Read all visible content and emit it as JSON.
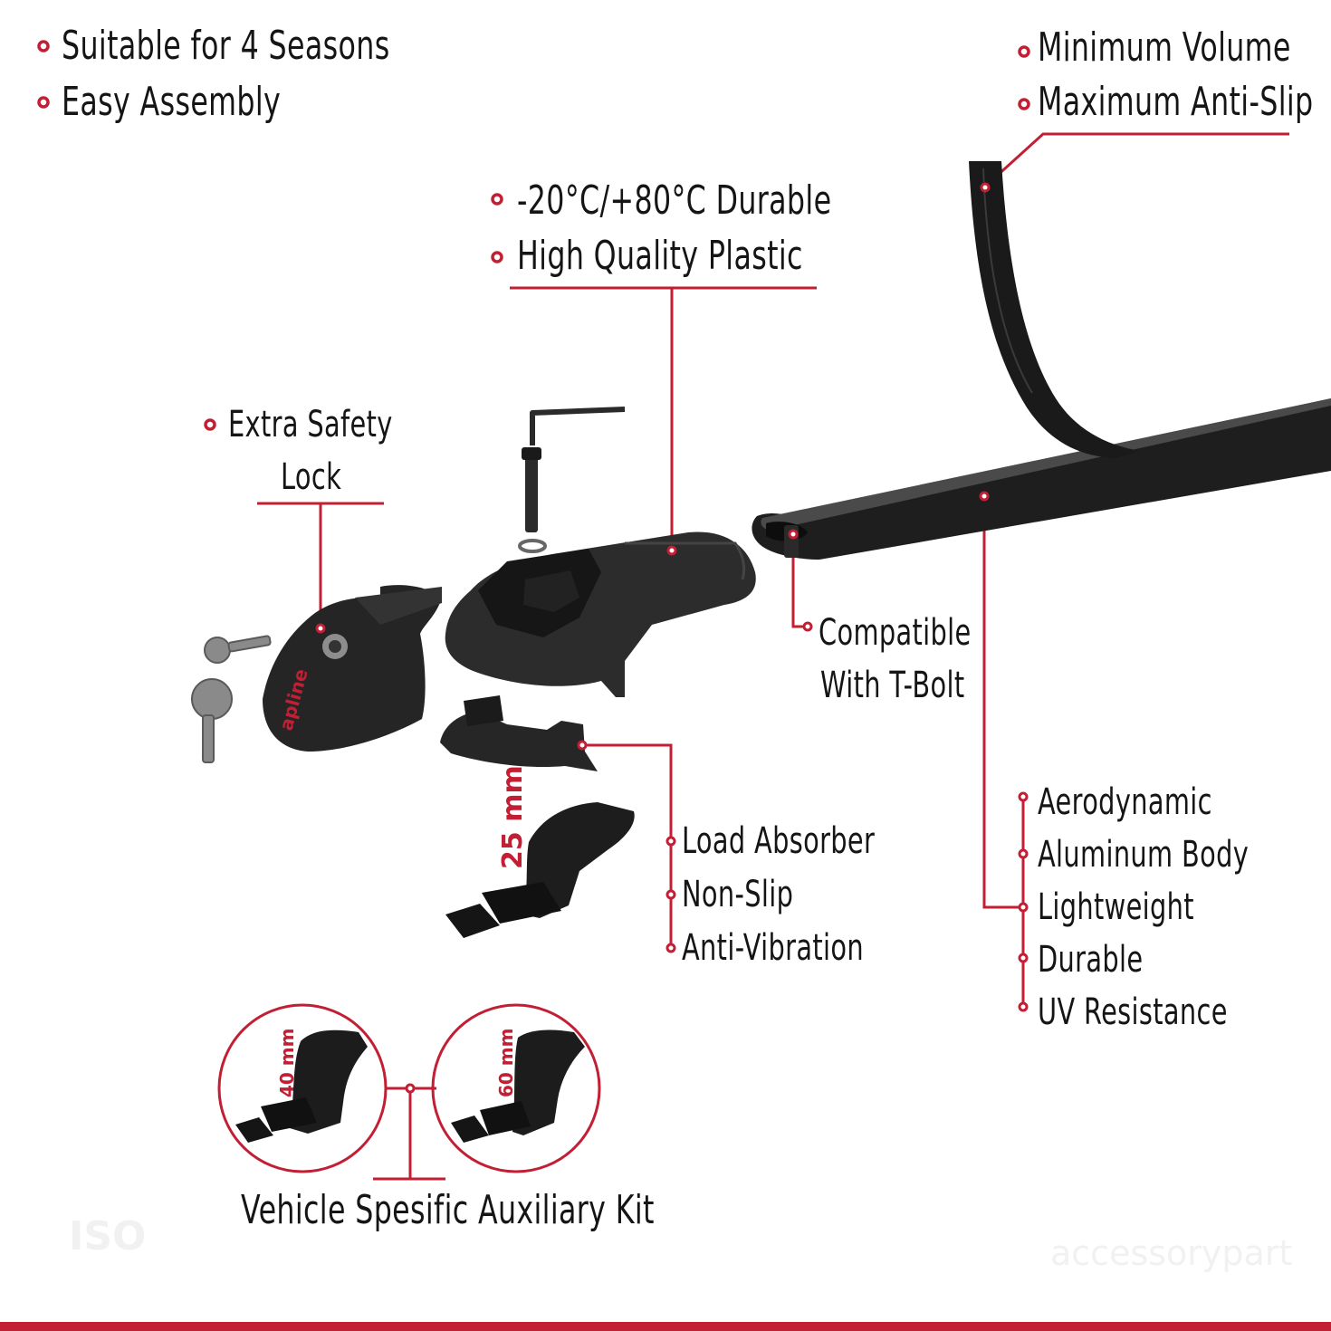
{
  "colors": {
    "accent": "#c21f34",
    "product": "#1c1c1c",
    "text": "#151515"
  },
  "top_left_features": [
    "Suitable for 4 Seasons",
    "Easy Assembly"
  ],
  "top_right_features": [
    "Minimum Volume",
    "Maximum Anti-Slip"
  ],
  "foot_features": [
    "-20°C/+80°C Durable",
    "High Quality Plastic"
  ],
  "lock_feature": {
    "line1": "Extra Safety",
    "line2": "Lock"
  },
  "tbolt_feature": {
    "line1": "Compatible",
    "line2": "With T-Bolt"
  },
  "pad_features": [
    "Load Absorber",
    "Non-Slip",
    "Anti-Vibration"
  ],
  "bar_features": [
    "Aerodynamic",
    "Aluminum Body",
    "Lightweight",
    "Durable",
    "UV Resistance"
  ],
  "kit_label": "Vehicle Spesific Auxiliary Kit",
  "pad_heights": {
    "main": "25 mm",
    "kit_a": "40 mm",
    "kit_b": "60 mm"
  },
  "brand_logo": "apline",
  "watermark": {
    "iso": "ISO",
    "store": "accessorypart"
  },
  "icons": [
    "bullet-ring-icon",
    "key-icon",
    "hex-key-icon",
    "bolt-icon"
  ]
}
